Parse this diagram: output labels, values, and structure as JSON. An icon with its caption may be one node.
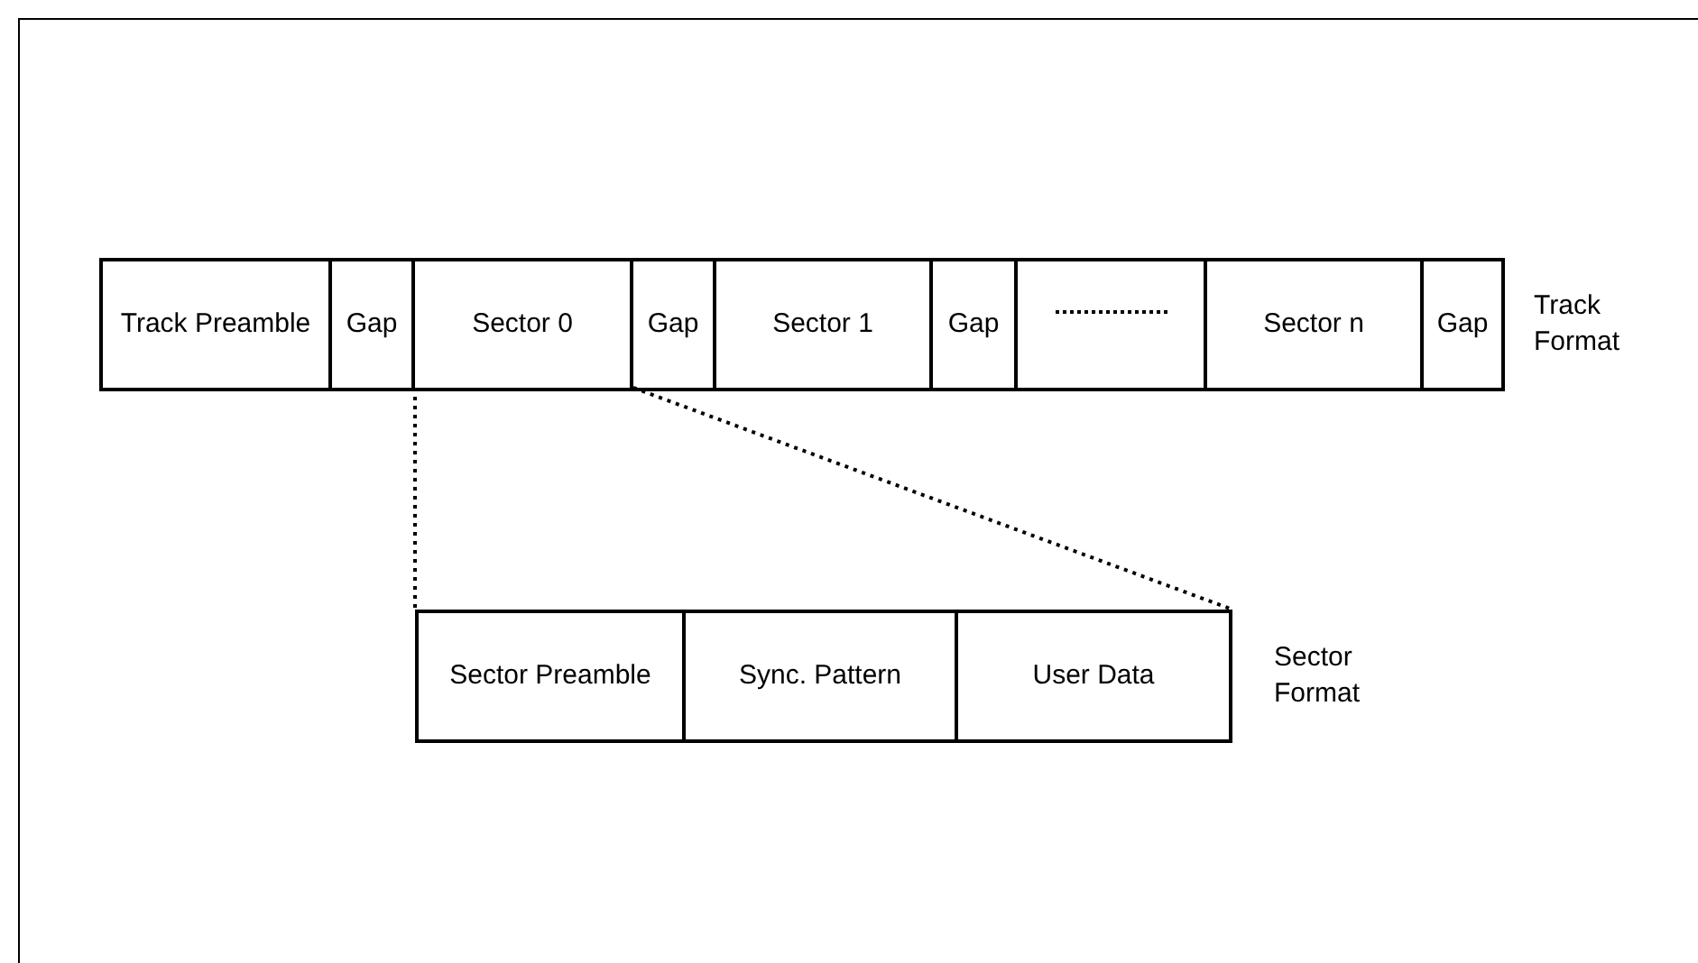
{
  "diagram": {
    "nodes": [
      {
        "text": [],
        "shape": "box",
        "beside": [
          "Track Format"
        ]
      },
      {
        "text": [
          "Track Preamble"
        ],
        "in": 0
      },
      {
        "text": [
          "Gap"
        ],
        "in": 0
      },
      {
        "text": [
          "Sector 0"
        ],
        "in": 0
      },
      {
        "text": [
          "Gap"
        ],
        "in": 0
      },
      {
        "text": [
          "Sector 1"
        ],
        "in": 0
      },
      {
        "text": [
          "Gap"
        ],
        "in": 0
      },
      {
        "text": [],
        "shape": "box",
        "in": 0
      },
      {
        "text": [
          "Sector n"
        ],
        "in": 0
      },
      {
        "text": [
          "Gap"
        ],
        "in": 0
      },
      {
        "text": [],
        "shape": "box",
        "beside": [
          "Sector Format"
        ]
      },
      {
        "text": [
          "Sector Preamble"
        ],
        "in": 10
      },
      {
        "text": [
          "Sync. Pattern"
        ],
        "in": 10
      },
      {
        "text": [
          "User Data"
        ],
        "in": 10
      }
    ],
    "edges": [
      {
        "from": 3,
        "to": 10,
        "arrow": "none",
        "style": "dashed"
      },
      {
        "from": 3,
        "to": 10,
        "arrow": "none",
        "style": "dashed"
      }
    ]
  }
}
